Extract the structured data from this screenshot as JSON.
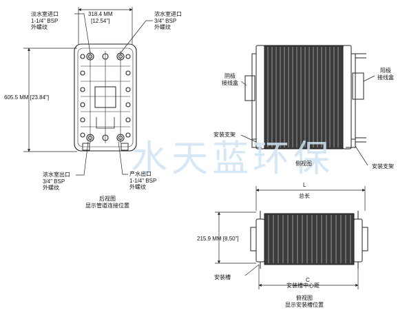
{
  "rear_view": {
    "width_mm": "318.4 MM",
    "width_in": "[12.54\"]",
    "height_dim": "605.5 MM [23.84\"]",
    "dilute_inlet": [
      "淡水室进口",
      "1-1/4\" BSP",
      "外螺纹"
    ],
    "conc_inlet": [
      "浓水室进口",
      "3/4\" BSP",
      "外螺纹"
    ],
    "conc_outlet": [
      "浓水室出口",
      "3/4\" BSP",
      "外螺纹"
    ],
    "product_outlet": [
      "产水出口",
      "1-1/4\" BSP",
      "外螺纹"
    ],
    "caption": [
      "后视图",
      "显示管道连接位置"
    ]
  },
  "side_view": {
    "cathode_box": [
      "阴极",
      "接线盒"
    ],
    "anode_box": [
      "阳极",
      "接线盒"
    ],
    "mount_bracket_left": "安装支架",
    "mount_bracket_right": "安装支架",
    "caption": "侧视图"
  },
  "top_view": {
    "length_letter": "L",
    "length_text": "总长",
    "height_dim": "215.9 MM [8.50\"]",
    "mount_slot": "安装槽",
    "c_letter": "C",
    "c_text": "安装槽中心距",
    "caption": [
      "俯视图",
      "显示安装槽位置"
    ]
  },
  "watermark": "水天蓝环保",
  "colors": {
    "line": "#222222",
    "stack_dark": "#3a3a3a",
    "stack_light": "#8a8a8a",
    "watermark": "#cfe3f4"
  }
}
